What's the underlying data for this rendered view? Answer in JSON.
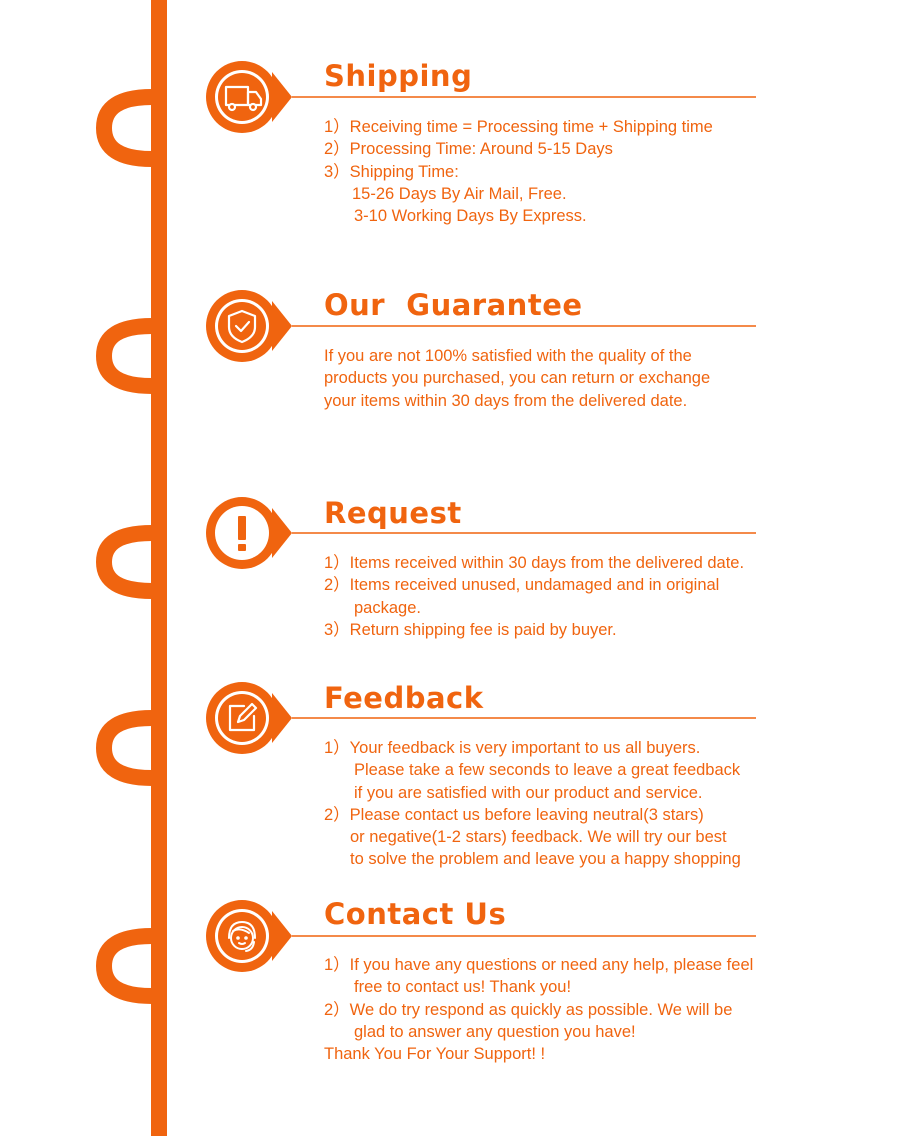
{
  "colors": {
    "accent": "#f0640f",
    "background": "#ffffff"
  },
  "sections": [
    {
      "id": "shipping",
      "icon": "truck-icon",
      "title": "Shipping",
      "lines": [
        "1）Receiving time = Processing time + Shipping time",
        "2）Processing Time: Around 5-15 Days",
        "3）Shipping Time:",
        "15-26 Days By Air Mail, Free.",
        "3-10 Working Days By Express."
      ]
    },
    {
      "id": "guarantee",
      "icon": "shield-check-icon",
      "title": "Our  Guarantee",
      "lines": [
        "If you are not 100% satisfied with the quality of the",
        "products you purchased, you can return or exchange",
        "your items within 30 days from the delivered date."
      ]
    },
    {
      "id": "request",
      "icon": "exclamation-icon",
      "title": "Request",
      "lines": [
        "1）Items received within 30 days from the delivered date.",
        "2）Items received unused, undamaged and in original",
        "package.",
        "3）Return shipping fee is paid by buyer."
      ]
    },
    {
      "id": "feedback",
      "icon": "edit-icon",
      "title": "Feedback",
      "lines": [
        "1）Your feedback is very important to us all buyers.",
        "Please take a few seconds to leave a great feedback",
        "if you are satisfied with our product and service.",
        "2）Please contact us before leaving neutral(3 stars)",
        "or negative(1-2 stars) feedback. We will try our best",
        "to solve the problem and leave you a happy shopping"
      ]
    },
    {
      "id": "contact",
      "icon": "support-agent-icon",
      "title": "Contact Us",
      "lines": [
        "1）If you have any questions or need any help, please feel",
        "free to contact us! Thank you!",
        "2）We do try respond as quickly as possible. We will be",
        "glad to answer any question you have!",
        "Thank You For Your Support! !"
      ]
    }
  ]
}
